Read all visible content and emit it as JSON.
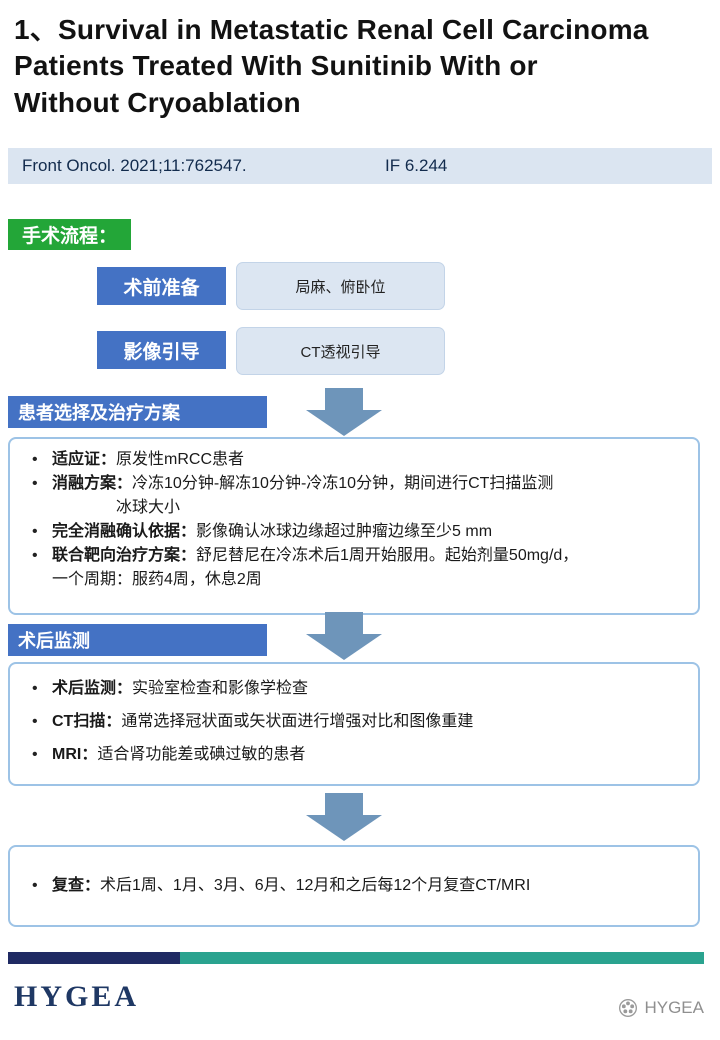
{
  "header": {
    "title": "1、Survival in Metastatic Renal Cell Carcinoma\nPatients Treated With Sunitinib With or\nWithout Cryoablation",
    "citation": "Front Oncol. 2021;11:762547.",
    "impact_factor": "IF 6.244"
  },
  "process": {
    "section_label": "手术流程：",
    "steps": [
      {
        "label": "术前准备",
        "detail": "局麻、俯卧位"
      },
      {
        "label": "影像引导",
        "detail": "CT透视引导"
      }
    ]
  },
  "sections": [
    {
      "header": "患者选择及治疗方案",
      "bullets": [
        {
          "label": "适应证：",
          "text": "原发性mRCC患者"
        },
        {
          "label": "消融方案：",
          "text": "冷冻10分钟-解冻10分钟-冷冻10分钟，期间进行CT扫描监测\n　　　　冰球大小"
        },
        {
          "label": "完全消融确认依据：",
          "text": "影像确认冰球边缘超过肿瘤边缘至少5 mm"
        },
        {
          "label": "联合靶向治疗方案：",
          "text": "舒尼替尼在冷冻术后1周开始服用。起始剂量50mg/d，\n一个周期：服药4周，休息2周"
        }
      ]
    },
    {
      "header": "术后监测",
      "bullets": [
        {
          "label": "术后监测：",
          "text": "实验室检查和影像学检查"
        },
        {
          "label": "CT扫描：",
          "text": "通常选择冠状面或矢状面进行增强对比和图像重建"
        },
        {
          "label": "MRI：",
          "text": "适合肾功能差或碘过敏的患者"
        }
      ]
    },
    {
      "header": "",
      "bullets": [
        {
          "label": "复查：",
          "text": "术后1周、1月、3月、6月、12月和之后每12个月复查CT/MRI"
        }
      ]
    }
  ],
  "footer": {
    "logo": "HYGEA",
    "watermark": "HYGEA"
  },
  "colors": {
    "accent_blue": "#4472c4",
    "light_blue_fill": "#dbe5f1",
    "green": "#23a638",
    "arrow_blue": "#6e95ba",
    "box_border": "#9dc3e6",
    "footer_navy": "#1f2a63",
    "footer_teal": "#2aa38f",
    "logo_navy": "#1f3864"
  }
}
